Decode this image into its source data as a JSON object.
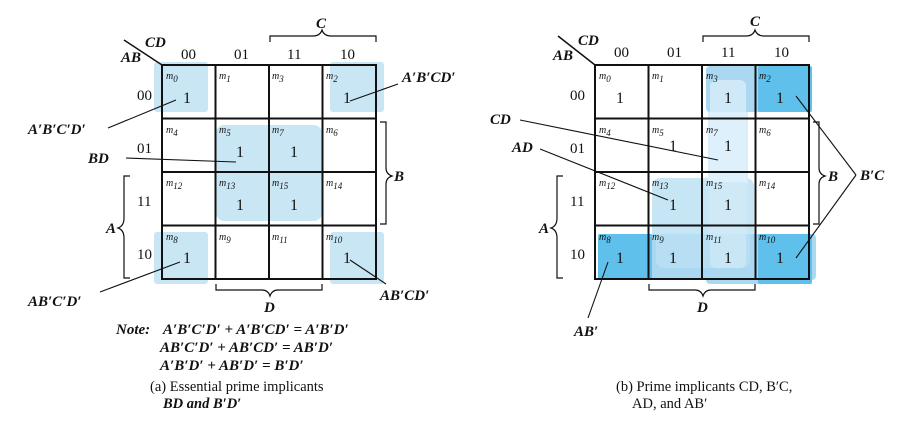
{
  "map_a": {
    "var_rows": "AB",
    "var_cols": "CD",
    "col_headers": [
      "00",
      "01",
      "11",
      "10"
    ],
    "row_headers": [
      "00",
      "01",
      "11",
      "10"
    ],
    "brace_top": "C",
    "brace_right": "B",
    "brace_left": "A",
    "brace_bottom": "D",
    "cells": [
      [
        {
          "m": "m",
          "i": "0",
          "v": "1"
        },
        {
          "m": "m",
          "i": "1",
          "v": ""
        },
        {
          "m": "m",
          "i": "3",
          "v": ""
        },
        {
          "m": "m",
          "i": "2",
          "v": "1"
        }
      ],
      [
        {
          "m": "m",
          "i": "4",
          "v": ""
        },
        {
          "m": "m",
          "i": "5",
          "v": "1"
        },
        {
          "m": "m",
          "i": "7",
          "v": "1"
        },
        {
          "m": "m",
          "i": "6",
          "v": ""
        }
      ],
      [
        {
          "m": "m",
          "i": "12",
          "v": ""
        },
        {
          "m": "m",
          "i": "13",
          "v": "1"
        },
        {
          "m": "m",
          "i": "15",
          "v": "1"
        },
        {
          "m": "m",
          "i": "14",
          "v": ""
        }
      ],
      [
        {
          "m": "m",
          "i": "8",
          "v": "1"
        },
        {
          "m": "m",
          "i": "9",
          "v": ""
        },
        {
          "m": "m",
          "i": "11",
          "v": ""
        },
        {
          "m": "m",
          "i": "10",
          "v": "1"
        }
      ]
    ],
    "callouts": [
      "A′B′C′D′",
      "A′B′CD′",
      "BD",
      "AB′C′D′",
      "AB′CD′"
    ],
    "note_label": "Note:",
    "note_lines": [
      "A′B′C′D′ + A′B′CD′ = A′B′D′",
      "AB′C′D′ + AB′CD′ = AB′D′",
      "A′B′D′ + AB′D′ = B′D′"
    ],
    "caption_line1": "(a) Essential prime implicants",
    "caption_line2": "BD and B′D′"
  },
  "map_b": {
    "var_rows": "AB",
    "var_cols": "CD",
    "col_headers": [
      "00",
      "01",
      "11",
      "10"
    ],
    "row_headers": [
      "00",
      "01",
      "11",
      "10"
    ],
    "brace_top": "C",
    "brace_right": "B",
    "brace_left": "A",
    "brace_bottom": "D",
    "cells": [
      [
        {
          "m": "m",
          "i": "0",
          "v": "1"
        },
        {
          "m": "m",
          "i": "1",
          "v": ""
        },
        {
          "m": "m",
          "i": "3",
          "v": "1"
        },
        {
          "m": "m",
          "i": "2",
          "v": "1"
        }
      ],
      [
        {
          "m": "m",
          "i": "4",
          "v": ""
        },
        {
          "m": "m",
          "i": "5",
          "v": "1"
        },
        {
          "m": "m",
          "i": "7",
          "v": "1"
        },
        {
          "m": "m",
          "i": "6",
          "v": ""
        }
      ],
      [
        {
          "m": "m",
          "i": "12",
          "v": ""
        },
        {
          "m": "m",
          "i": "13",
          "v": "1"
        },
        {
          "m": "m",
          "i": "15",
          "v": "1"
        },
        {
          "m": "m",
          "i": "14",
          "v": ""
        }
      ],
      [
        {
          "m": "m",
          "i": "8",
          "v": "1"
        },
        {
          "m": "m",
          "i": "9",
          "v": "1"
        },
        {
          "m": "m",
          "i": "11",
          "v": "1"
        },
        {
          "m": "m",
          "i": "10",
          "v": "1"
        }
      ]
    ],
    "callouts": [
      "CD",
      "AD",
      "B′C",
      "AB′"
    ],
    "caption_line1": "(b) Prime implicants CD, B′C,",
    "caption_line2": "AD, and AB′"
  },
  "colors": {
    "light_blue": "#c9e6f5",
    "mid_blue": "#a9d8f0",
    "dark_blue": "#5fc0ec",
    "grid": "#111111"
  }
}
